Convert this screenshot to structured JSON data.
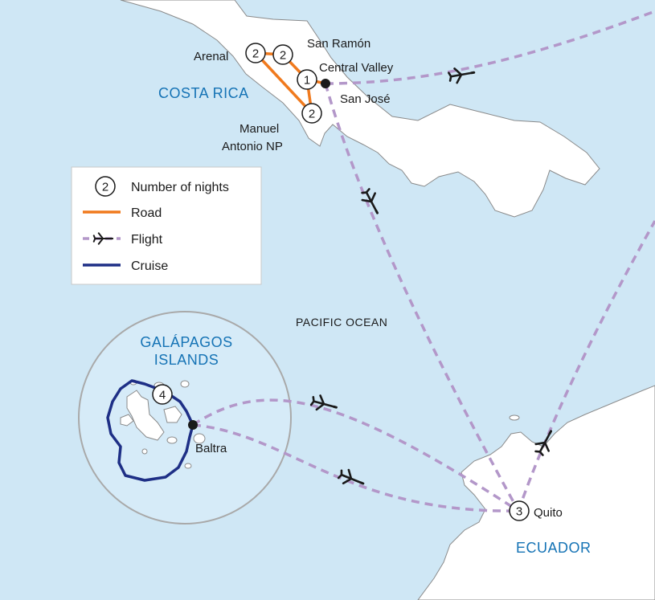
{
  "colors": {
    "sea": "#cfe7f5",
    "land": "#ffffff",
    "coast": "#8a8a8a",
    "road": "#f07a1e",
    "flight": "#b397c9",
    "cruise": "#1e2f86",
    "region_text": "#1573b5",
    "inset_fill": "#d6ebf8",
    "inset_stroke": "#a9a9a9"
  },
  "regions": {
    "costa_rica": "COSTA RICA",
    "galapagos_line1": "GALÁPAGOS",
    "galapagos_line2": "ISLANDS",
    "ecuador": "ECUADOR"
  },
  "ocean_label": "PACIFIC OCEAN",
  "places": {
    "arenal": "Arenal",
    "san_ramon": "San Ramón",
    "central_valley": "Central Valley",
    "san_jose": "San José",
    "manuel_line1": "Manuel",
    "manuel_line2": "Antonio NP",
    "baltra": "Baltra",
    "quito": "Quito"
  },
  "nights": {
    "arenal": "2",
    "san_ramon": "2",
    "central_valley": "1",
    "manuel_antonio": "2",
    "galapagos": "4",
    "quito": "3"
  },
  "legend": {
    "nights_sample": "2",
    "nights_label": "Number of nights",
    "road_label": "Road",
    "flight_label": "Flight",
    "cruise_label": "Cruise"
  },
  "icons": {
    "plane": "plane-icon",
    "stop": "night-stop-icon",
    "hub": "hub-dot-icon"
  }
}
